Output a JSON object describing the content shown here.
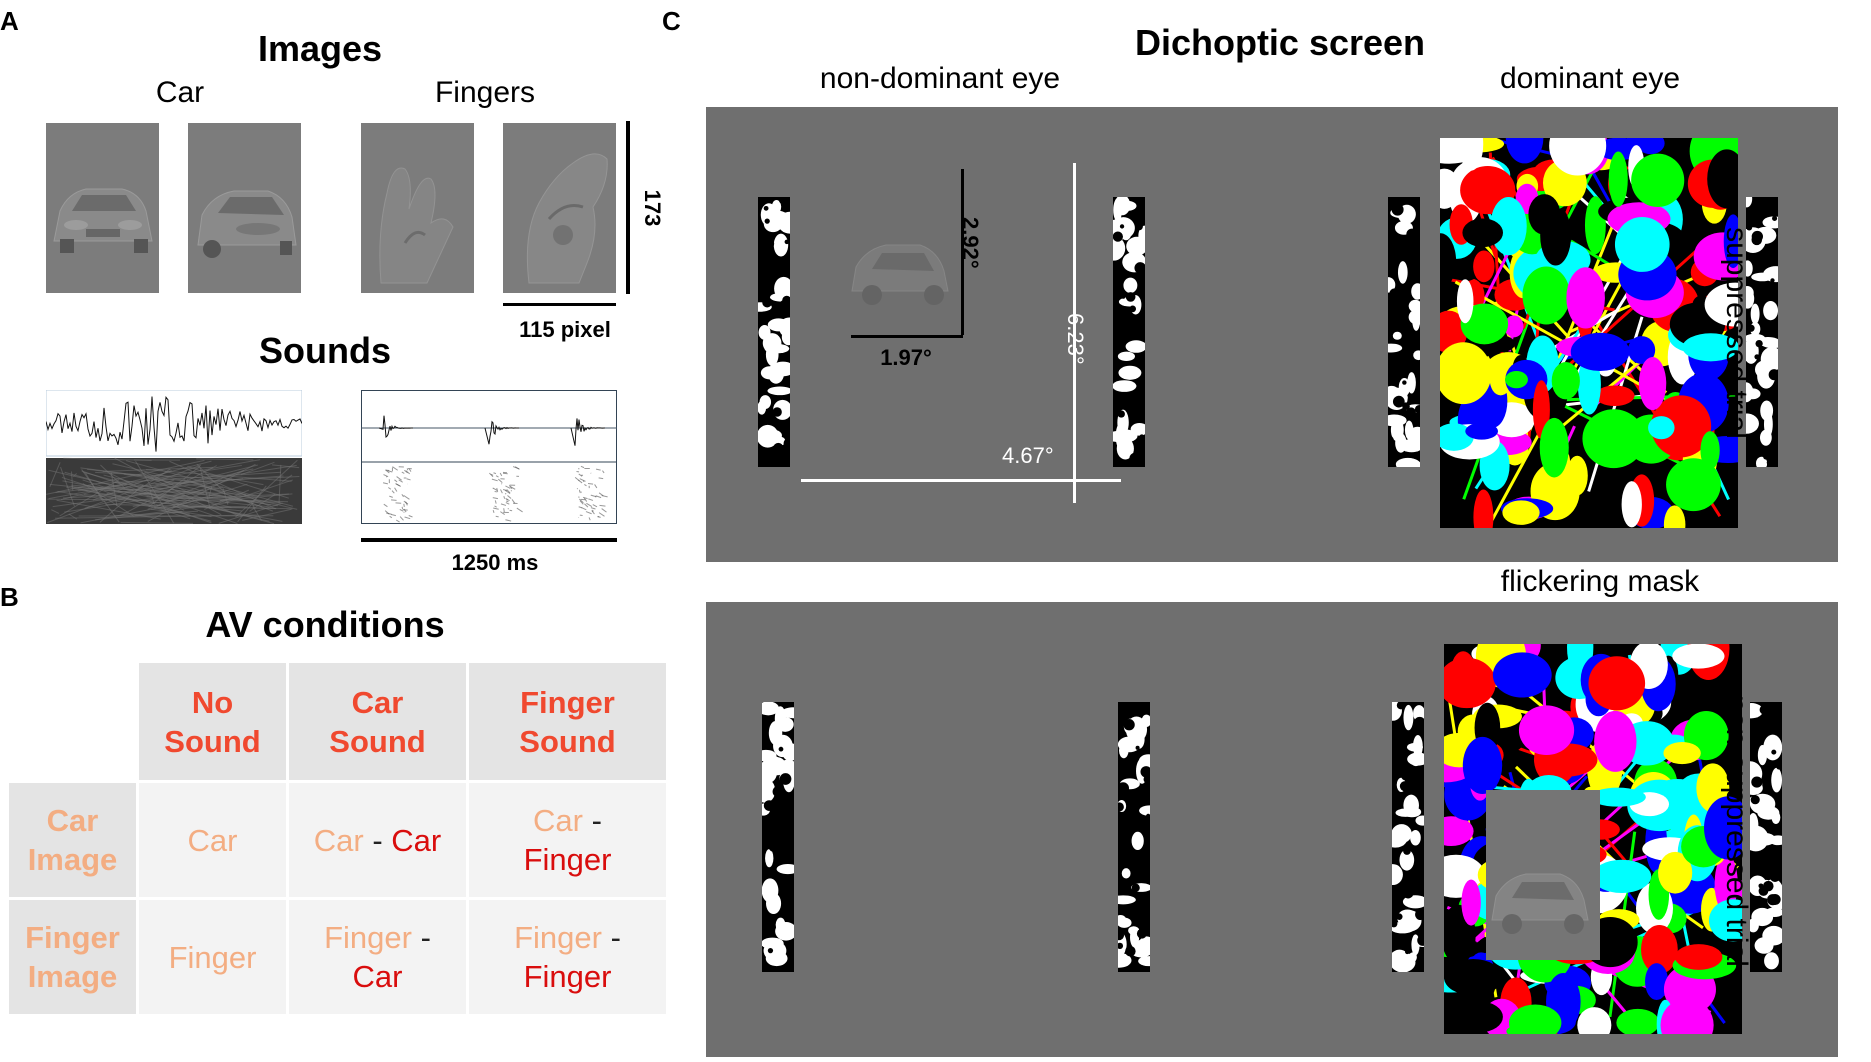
{
  "panel_labels": {
    "a": "A",
    "b": "B",
    "c": "C"
  },
  "images": {
    "title": "Images",
    "car_label": "Car",
    "fingers_label": "Fingers",
    "height_dim": "173",
    "width_dim": "115 pixel"
  },
  "sounds": {
    "title": "Sounds",
    "duration": "1250 ms"
  },
  "av_conditions": {
    "title": "AV conditions",
    "columns": [
      {
        "line1": "No",
        "line2": "Sound"
      },
      {
        "line1": "Car",
        "line2": "Sound"
      },
      {
        "line1": "Finger",
        "line2": "Sound"
      }
    ],
    "rows": [
      {
        "h1": "Car",
        "h2": "Image",
        "c1": "Car",
        "c2a": "Car",
        "c2sep": " - ",
        "c2b": "Car",
        "c3a": "Car",
        "c3sep": " -",
        "c3b": "Finger"
      },
      {
        "h1": "Finger",
        "h2": "Image",
        "c1": "Finger",
        "c2a": "Finger",
        "c2sep": " -",
        "c2b": "Car",
        "c3a": "Finger",
        "c3sep": " -",
        "c3b": "Finger"
      }
    ]
  },
  "dichoptic": {
    "title": "Dichoptic screen",
    "non_dominant": "non-dominant eye",
    "dominant": "dominant eye",
    "flickering_mask": "flickering mask",
    "suppressed": "suppressed trial",
    "non_suppressed": "non-suppressed trial",
    "dim_vertical_small": "2.92°",
    "dim_horizontal_small": "1.97°",
    "dim_vertical_large": "6.23°",
    "dim_horizontal_large": "4.67°"
  },
  "colors": {
    "screen_gray": "#6f6f6f",
    "header_red": "#f0492f",
    "peach": "#f3ad82",
    "red": "#d90d0d"
  }
}
